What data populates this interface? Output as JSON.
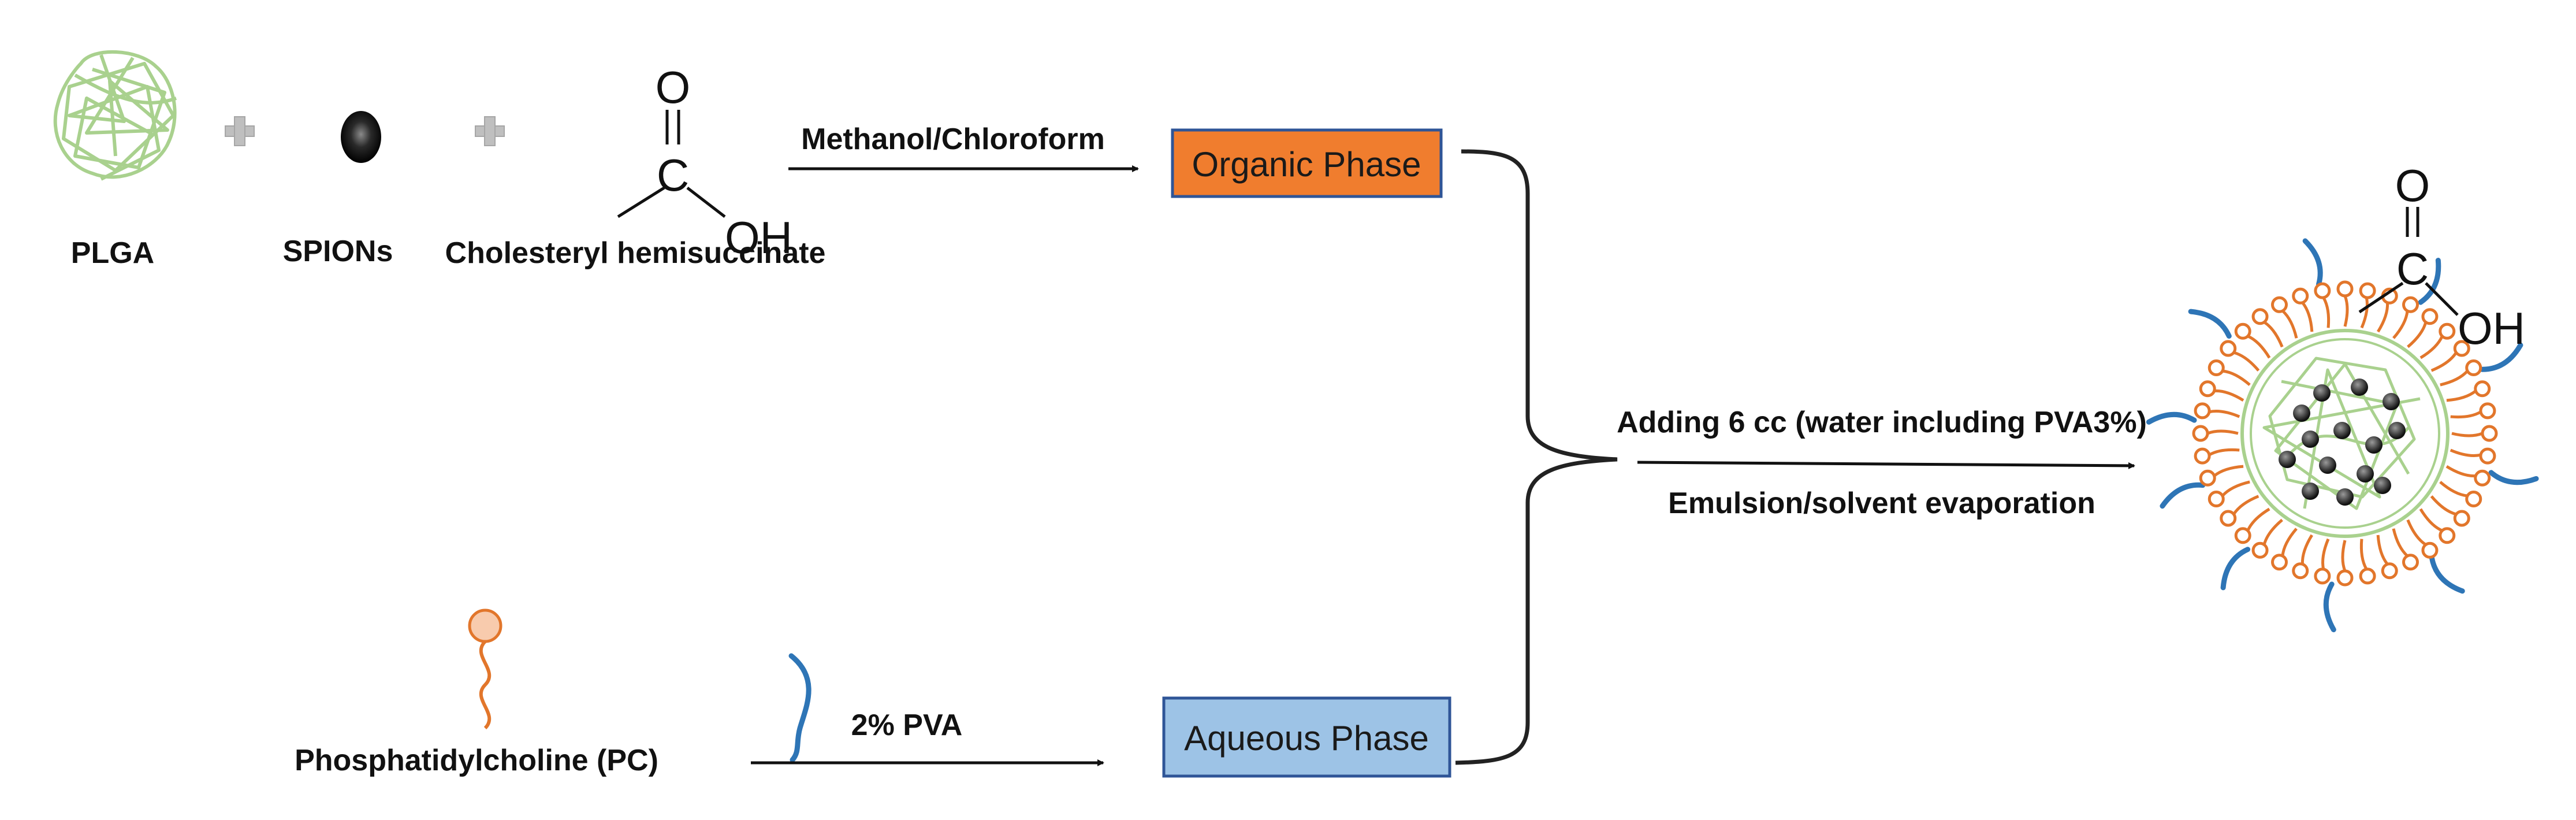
{
  "reactants": {
    "plga": "PLGA",
    "spions": "SPIONs",
    "chems": "Cholesteryl hemisuccinate",
    "pc": "Phosphatidylcholine (PC)"
  },
  "chem_atoms": {
    "oxygen": "O",
    "carbon": "C",
    "hydroxyl": "OH"
  },
  "arrows": {
    "top": "Methanol/Chloroform",
    "bottom": "2% PVA",
    "final_above": "Adding 6 cc (water including PVA3%)",
    "final_below": "Emulsion/solvent evaporation"
  },
  "phases": {
    "organic": "Organic Phase",
    "aqueous": "Aqueous Phase"
  },
  "icons": [
    "plga-polymer-icon",
    "plus-icon",
    "spion-particle-icon",
    "phospholipid-icon",
    "pva-chain-icon",
    "nanoparticle-icon"
  ],
  "colors": {
    "organic_fill": "#f07d2e",
    "aqueous_fill": "#9dc3e6",
    "box_border": "#2f5597",
    "plga_green": "#a9d18e",
    "lipid_orange": "#e2762b",
    "pva_blue": "#2e75b6",
    "plus_gray": "#bfbfbf"
  }
}
